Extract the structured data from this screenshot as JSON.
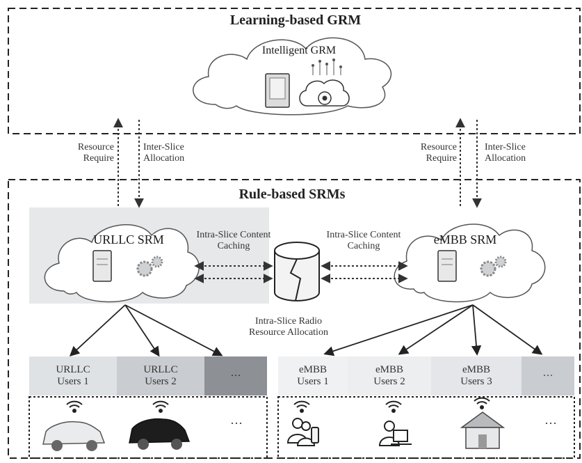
{
  "top_region": {
    "title": "Learning-based GRM",
    "node": "Intelligent GRM"
  },
  "arrows": {
    "left": {
      "up": "Resource\nRequire",
      "down": "Inter-Slice\nAllocation"
    },
    "right": {
      "up": "Resource\nRequire",
      "down": "Inter-Slice\nAllocation"
    }
  },
  "bottom_region": {
    "title": "Rule-based SRMs",
    "urllc_srm": "URLLC SRM",
    "embb_srm": "eMBB SRM",
    "caching_left": "Intra-Slice Content\nCaching",
    "caching_right": "Intra-Slice Content\nCaching",
    "radio_alloc": "Intra-Slice Radio\nResource Allocation"
  },
  "users": {
    "urllc": [
      {
        "line1": "URLLC",
        "line2": "Users 1"
      },
      {
        "line1": "URLLC",
        "line2": "Users 2"
      }
    ],
    "embb": [
      {
        "line1": "eMBB",
        "line2": "Users 1"
      },
      {
        "line1": "eMBB",
        "line2": "Users 2"
      },
      {
        "line1": "eMBB",
        "line2": "Users 3"
      }
    ],
    "more": "···",
    "device_more": "···"
  },
  "icons": [
    "server-icon",
    "brain-gear-icon",
    "gear-icon",
    "database-icon",
    "car-icon",
    "person-phone-icon",
    "person-laptop-icon",
    "house-icon",
    "wifi-icon"
  ]
}
